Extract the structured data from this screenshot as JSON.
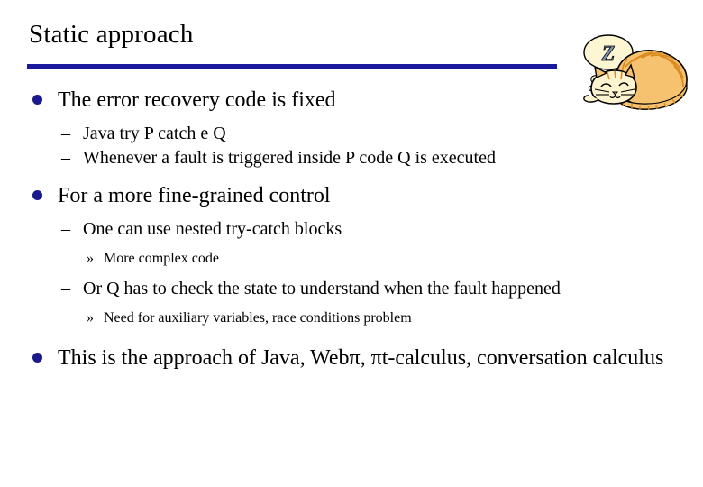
{
  "slide": {
    "title": "Static approach",
    "accent_color": "#1a1a9e",
    "bullet_color": "#1a1a8c",
    "text_color": "#000000",
    "background_color": "#ffffff"
  },
  "markers": {
    "level1": "●",
    "level2": "–",
    "level3": "»"
  },
  "outline": [
    {
      "level": 1,
      "text": "The error recovery code is fixed"
    },
    {
      "level": 2,
      "text": "Java try P catch e Q"
    },
    {
      "level": 2,
      "text": "Whenever a fault is triggered inside P code Q is executed"
    },
    {
      "level": 1,
      "text": "For a more fine-grained control"
    },
    {
      "level": 2,
      "text": "One can use nested try-catch blocks"
    },
    {
      "level": 3,
      "text": "More complex code"
    },
    {
      "level": 2,
      "text": "Or Q has to check the state to understand when the fault happened"
    },
    {
      "level": 3,
      "text": "Need for auxiliary variables, race conditions problem"
    },
    {
      "level": 1,
      "text": "This is the approach of Java, Webπ, πt-calculus, conversation calculus"
    }
  ],
  "clipart": {
    "name": "sleeping-cat",
    "thought_bubble_letter": "Z",
    "body_color": "#f6c270",
    "stripe_color": "#d98b1e",
    "face_color": "#fdf3cf",
    "bubble_color": "#fdf6d2",
    "letter_color": "#7a93b5"
  }
}
